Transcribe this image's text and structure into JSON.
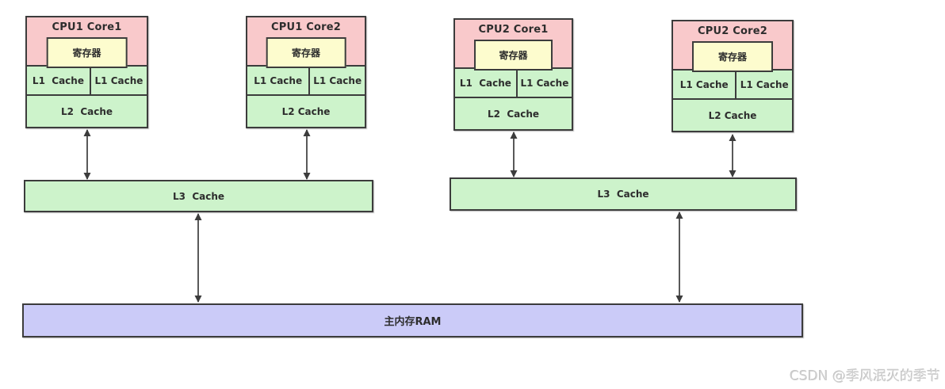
{
  "diagram": {
    "cores": [
      {
        "title": "CPU1 Core1",
        "register": "寄存器",
        "l1_left": "L1  Cache",
        "l1_right": "L1 Cache",
        "l2": "L2  Cache"
      },
      {
        "title": "CPU1 Core2",
        "register": "寄存器",
        "l1_left": "L1 Cache",
        "l1_right": "L1 Cache",
        "l2": "L2 Cache"
      },
      {
        "title": "CPU2 Core1",
        "register": "寄存器",
        "l1_left": "L1  Cache",
        "l1_right": "L1 Cache",
        "l2": "L2  Cache"
      },
      {
        "title": "CPU2 Core2",
        "register": "寄存器",
        "l1_left": "L1 Cache",
        "l1_right": "L1 Cache",
        "l2": "L2 Cache"
      }
    ],
    "l3_labels": [
      "L3  Cache",
      "L3  Cache"
    ],
    "ram_label": "主内存RAM",
    "watermark": "CSDN @季风泯灭的季节",
    "colors": {
      "core-pink": "#f9c9cb",
      "register-yellow": "#fdfcce",
      "cache-green": "#cdf3cb",
      "ram-lavender": "#cbcbf8",
      "line": "#3c3c3c",
      "arrow": "#3c3c3c",
      "watermark-gray": "#cfcfcf"
    }
  }
}
